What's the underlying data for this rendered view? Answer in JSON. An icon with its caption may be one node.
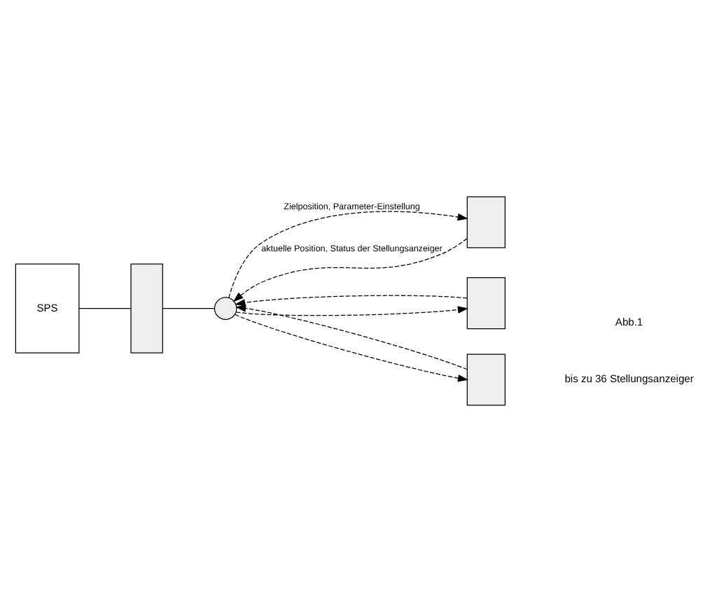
{
  "diagram": {
    "nodes": [
      {
        "text": [
          "SPS"
        ]
      },
      {
        "text": [],
        "shape": "box"
      },
      {
        "text": [],
        "shape": "circle"
      },
      {
        "text": [],
        "shape": "box"
      },
      {
        "text": [],
        "shape": "box"
      },
      {
        "text": [],
        "shape": "box"
      }
    ],
    "edges": [
      {
        "from": 0,
        "to": 1,
        "arrow": "none"
      },
      {
        "from": 1,
        "to": 2,
        "arrow": "none"
      },
      {
        "from": 2,
        "to": 3,
        "arrow": "to",
        "style": "dashed",
        "label": "Zielposition, Parameter-Einstellung"
      },
      {
        "from": 2,
        "to": 4,
        "arrow": "to",
        "style": "dashed"
      },
      {
        "from": 2,
        "to": 5,
        "arrow": "to",
        "style": "dashed"
      },
      {
        "from": 3,
        "to": 2,
        "arrow": "to",
        "style": "dashed",
        "label": "aktuelle Position, Status der Stellungsanzeiger"
      },
      {
        "from": 4,
        "to": 2,
        "arrow": "to",
        "style": "dashed"
      },
      {
        "from": 5,
        "to": 2,
        "arrow": "to",
        "style": "dashed"
      }
    ],
    "labels": [
      "Abb.1",
      "bis zu 36 Stellungsanzeiger"
    ]
  }
}
